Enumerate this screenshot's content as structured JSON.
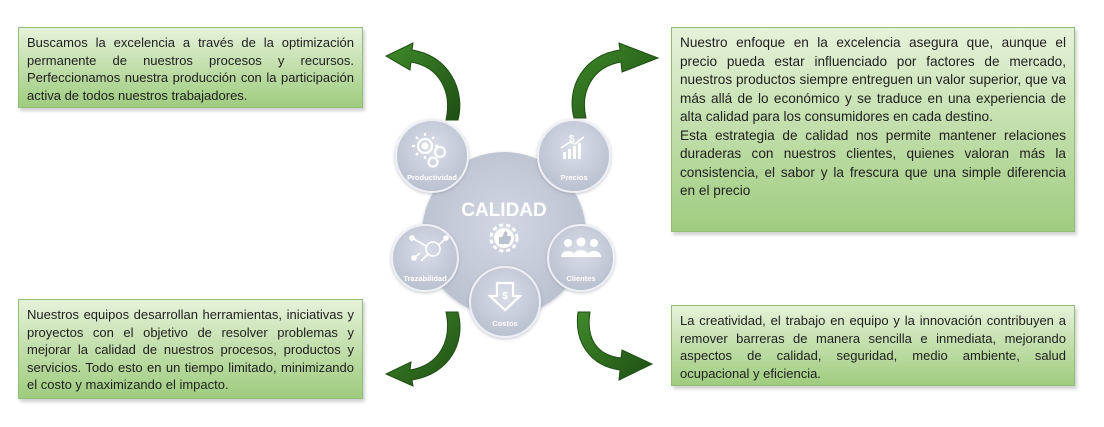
{
  "center": {
    "title": "CALIDAD",
    "icon": "thumbs-up-gear-icon"
  },
  "nodes": [
    {
      "label": "Productividad",
      "icon": "gears-icon"
    },
    {
      "label": "Precios",
      "icon": "price-chart-icon"
    },
    {
      "label": "Trazabilidad",
      "icon": "network-magnifier-icon"
    },
    {
      "label": "Clientes",
      "icon": "people-icon"
    },
    {
      "label": "Costos",
      "icon": "cost-down-arrow-icon"
    }
  ],
  "boxes": {
    "top_left": "Buscamos la excelencia a través de la optimización permanente de nuestros procesos y recursos. Perfeccionamos nuestra producción con la participación activa de todos nuestros trabajadores.",
    "top_right_p1": "Nuestro enfoque en la excelencia asegura que, aunque el precio pueda estar influenciado por factores de mercado, nuestros productos siempre entreguen un valor superior, que va más allá de lo económico y se traduce en una experiencia de alta calidad para los consumidores en cada destino.",
    "top_right_p2": "Esta estrategia de calidad nos permite mantener relaciones duraderas con nuestros clientes, quienes valoran más la consistencia, el sabor y la frescura que una simple diferencia en el precio",
    "bottom_left": "Nuestros equipos desarrollan herramientas, iniciativas y proyectos con el objetivo de resolver problemas y mejorar la calidad de nuestros procesos, productos y servicios. Todo esto en un tiempo limitado, minimizando el costo y maximizando el impacto.",
    "bottom_right": "La creatividad, el trabajo en equipo y la innovación contribuyen a remover barreras de manera sencilla e inmediata, mejorando aspectos de calidad, seguridad, medio ambiente, salud ocupacional y eficiencia."
  },
  "colors": {
    "arrow_green": "#2f6b1e",
    "box_border": "#8fbf75",
    "node_fill": "#c9cfdc",
    "center_fill": "#c3c9d6"
  }
}
